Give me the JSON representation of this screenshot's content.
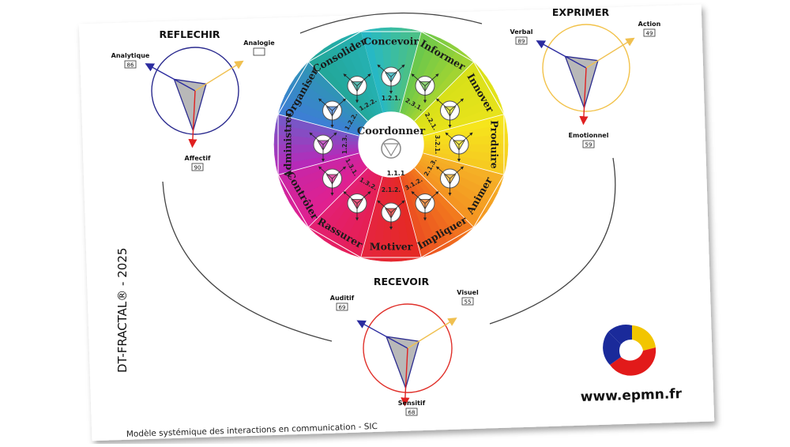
{
  "center": {
    "label": "Coordonner",
    "code": "1.1.1"
  },
  "wheel": [
    {
      "label": "Concevoir",
      "code": "1.2.1.",
      "color": "#27b8c4"
    },
    {
      "label": "Informer",
      "code": "2.3.1.",
      "color": "#6cc84b"
    },
    {
      "label": "Innover",
      "code": "2.2.1.",
      "color": "#d8e019"
    },
    {
      "label": "Produire",
      "code": "3.2.1.",
      "color": "#f6e51c"
    },
    {
      "label": "Animer",
      "code": "2.1.3.",
      "color": "#f5b026"
    },
    {
      "label": "Impliquer",
      "code": "3.1.2.",
      "color": "#f27a1d"
    },
    {
      "label": "Motiver",
      "code": "2.1.2.",
      "color": "#e52a25"
    },
    {
      "label": "Rassurer",
      "code": "1.3.2.",
      "color": "#e51f55"
    },
    {
      "label": "Contrôler",
      "code": "1.3.1.",
      "color": "#e0208f"
    },
    {
      "label": "Administrer",
      "code": "1.2.3.",
      "color": "#b62ab8"
    },
    {
      "label": "Organiser",
      "code": "1.2.2.",
      "color": "#3d7fd4"
    },
    {
      "label": "Consolider",
      "code": "1.2.2.",
      "color": "#23a79a"
    }
  ],
  "panels": {
    "reflechir": {
      "title": "REFLECHIR",
      "circle_color": "#2b2b8f",
      "axes": [
        {
          "label": "Analytique",
          "value": "86"
        },
        {
          "label": "Analogie",
          "value": ""
        },
        {
          "label": "Affectif",
          "value": "90"
        }
      ]
    },
    "exprimer": {
      "title": "EXPRIMER",
      "circle_color": "#f2c24a",
      "axes": [
        {
          "label": "Verbal",
          "value": "89"
        },
        {
          "label": "Action",
          "value": "49"
        },
        {
          "label": "Emotionnel",
          "value": "59"
        }
      ]
    },
    "recevoir": {
      "title": "RECEVOIR",
      "circle_color": "#e0302a",
      "axes": [
        {
          "label": "Auditif",
          "value": "69"
        },
        {
          "label": "Visuel",
          "value": "55"
        },
        {
          "label": "Sensitif",
          "value": "68"
        }
      ]
    }
  },
  "side_text": "DT-FRACTAL® - 2025",
  "footer": "Modèle systémique des interactions en communication - SIC",
  "website": "www.epmn.fr"
}
